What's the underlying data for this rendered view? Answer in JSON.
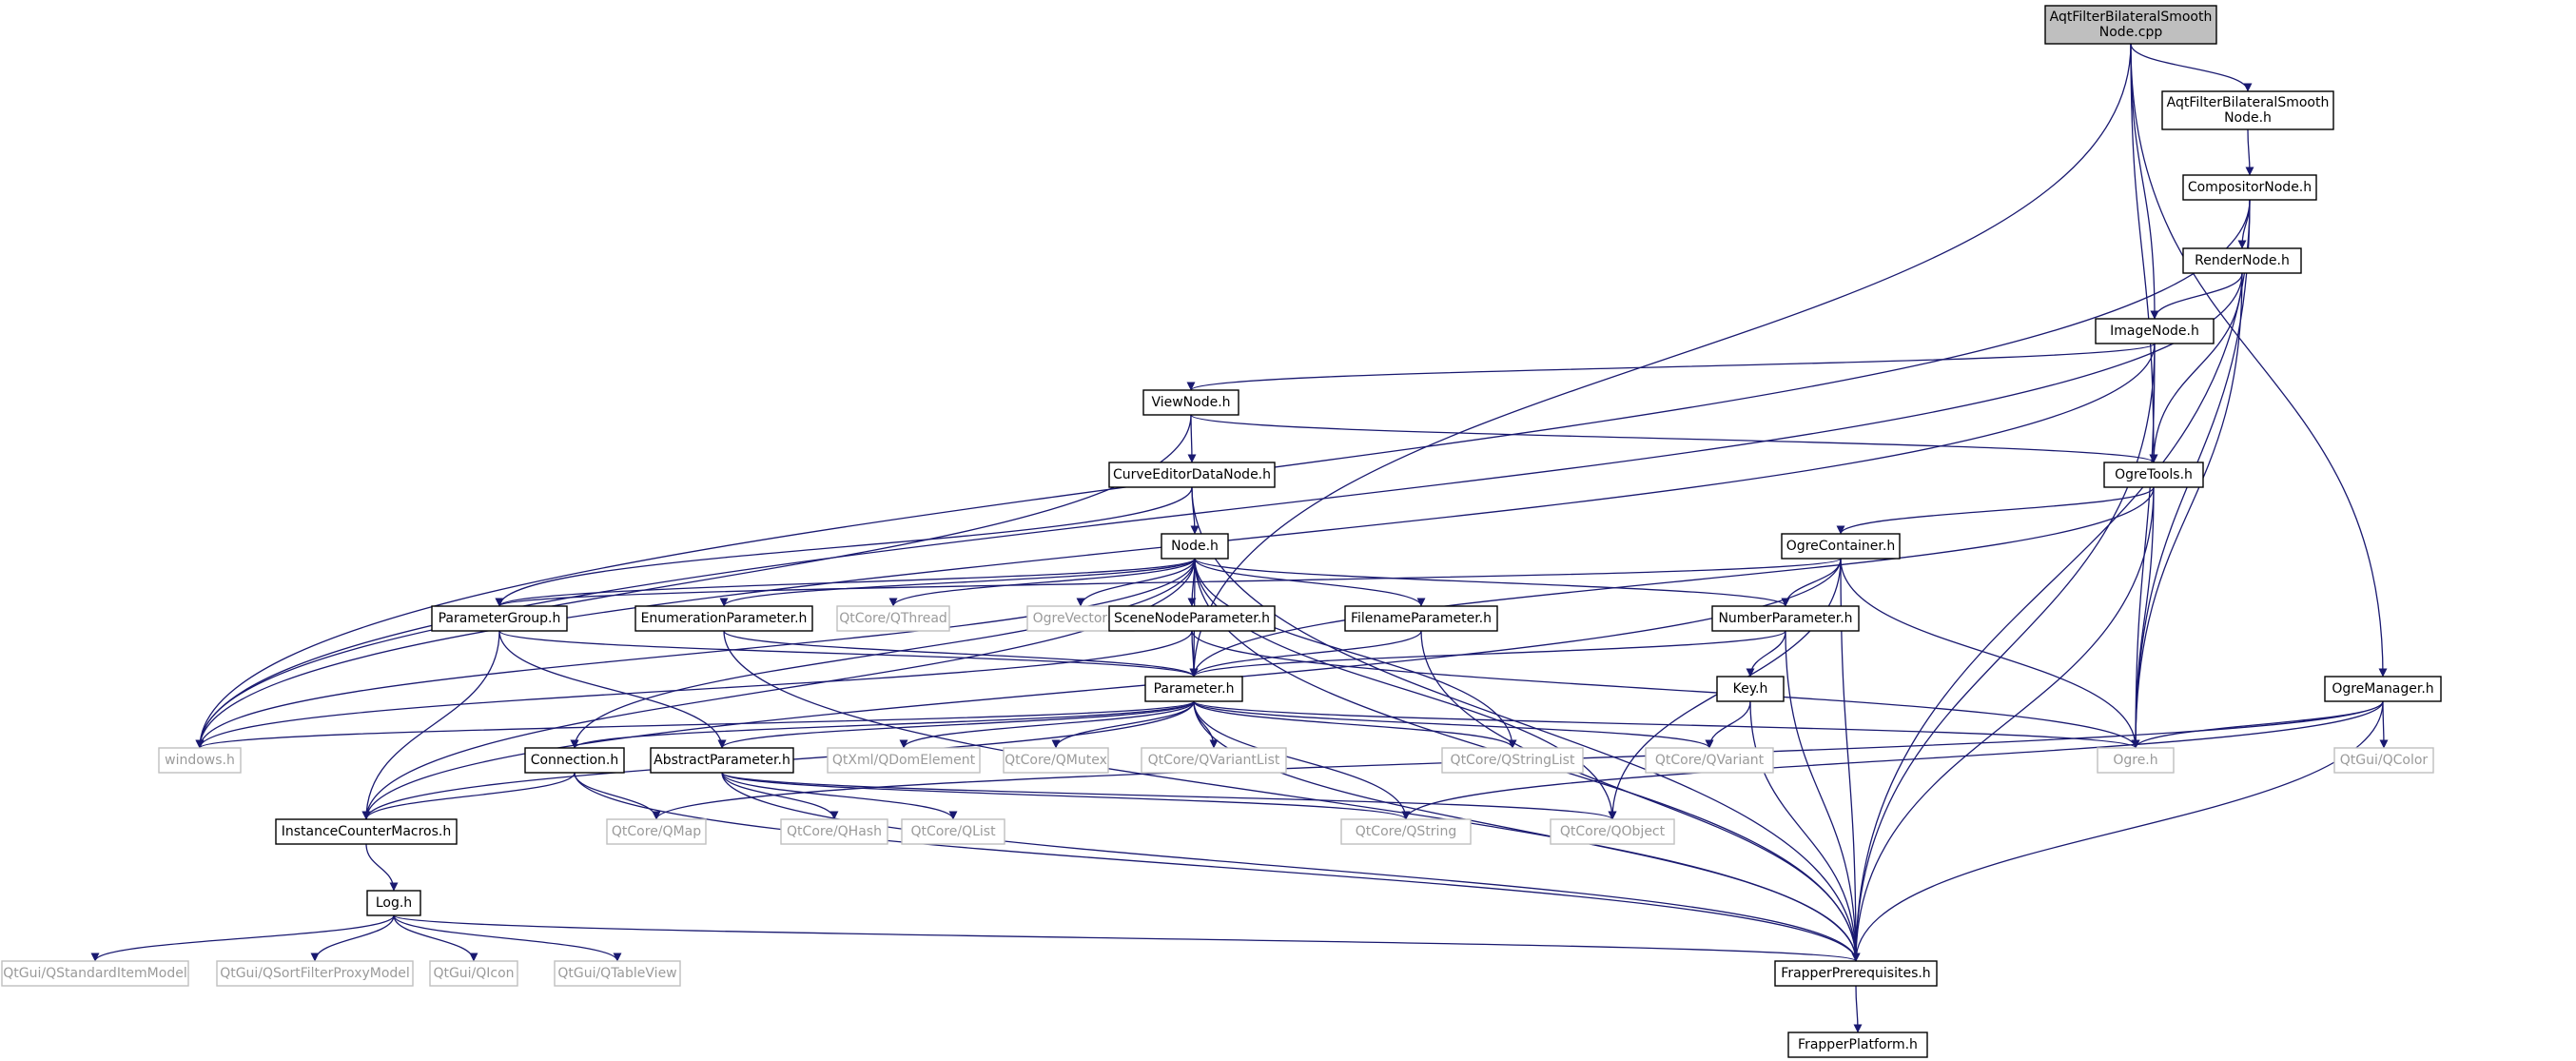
{
  "graph": {
    "nodes": [
      {
        "id": "root",
        "lines": [
          "AqtFilterBilateralSmooth",
          "Node.cpp"
        ],
        "kind": "root"
      },
      {
        "id": "aqth",
        "lines": [
          "AqtFilterBilateralSmooth",
          "Node.h"
        ],
        "kind": "doc"
      },
      {
        "id": "compositor",
        "lines": [
          "CompositorNode.h"
        ],
        "kind": "doc"
      },
      {
        "id": "render",
        "lines": [
          "RenderNode.h"
        ],
        "kind": "doc"
      },
      {
        "id": "image",
        "lines": [
          "ImageNode.h"
        ],
        "kind": "doc"
      },
      {
        "id": "view",
        "lines": [
          "ViewNode.h"
        ],
        "kind": "doc"
      },
      {
        "id": "ogretools",
        "lines": [
          "OgreTools.h"
        ],
        "kind": "doc"
      },
      {
        "id": "curve",
        "lines": [
          "CurveEditorDataNode.h"
        ],
        "kind": "doc"
      },
      {
        "id": "node",
        "lines": [
          "Node.h"
        ],
        "kind": "doc"
      },
      {
        "id": "ogrecontainer",
        "lines": [
          "OgreContainer.h"
        ],
        "kind": "doc"
      },
      {
        "id": "paramgroup",
        "lines": [
          "ParameterGroup.h"
        ],
        "kind": "doc"
      },
      {
        "id": "enumparam",
        "lines": [
          "EnumerationParameter.h"
        ],
        "kind": "doc"
      },
      {
        "id": "qthread",
        "lines": [
          "QtCore/QThread"
        ],
        "kind": "ext"
      },
      {
        "id": "ogrevector3",
        "lines": [
          "OgreVector3.h"
        ],
        "kind": "ext"
      },
      {
        "id": "scenenode",
        "lines": [
          "SceneNodeParameter.h"
        ],
        "kind": "doc"
      },
      {
        "id": "filename",
        "lines": [
          "FilenameParameter.h"
        ],
        "kind": "doc"
      },
      {
        "id": "numberparam",
        "lines": [
          "NumberParameter.h"
        ],
        "kind": "doc"
      },
      {
        "id": "ogremanager",
        "lines": [
          "OgreManager.h"
        ],
        "kind": "doc"
      },
      {
        "id": "parameter",
        "lines": [
          "Parameter.h"
        ],
        "kind": "doc"
      },
      {
        "id": "key",
        "lines": [
          "Key.h"
        ],
        "kind": "doc"
      },
      {
        "id": "windows",
        "lines": [
          "windows.h"
        ],
        "kind": "ext"
      },
      {
        "id": "connection",
        "lines": [
          "Connection.h"
        ],
        "kind": "doc"
      },
      {
        "id": "abstractparam",
        "lines": [
          "AbstractParameter.h"
        ],
        "kind": "doc"
      },
      {
        "id": "qdom",
        "lines": [
          "QtXml/QDomElement"
        ],
        "kind": "ext"
      },
      {
        "id": "qmutex",
        "lines": [
          "QtCore/QMutex"
        ],
        "kind": "ext"
      },
      {
        "id": "qvariantlist",
        "lines": [
          "QtCore/QVariantList"
        ],
        "kind": "ext"
      },
      {
        "id": "qstringlist",
        "lines": [
          "QtCore/QStringList"
        ],
        "kind": "ext"
      },
      {
        "id": "qvariant",
        "lines": [
          "QtCore/QVariant"
        ],
        "kind": "ext"
      },
      {
        "id": "ogreh",
        "lines": [
          "Ogre.h"
        ],
        "kind": "ext"
      },
      {
        "id": "qcolor",
        "lines": [
          "QtGui/QColor"
        ],
        "kind": "ext"
      },
      {
        "id": "icm",
        "lines": [
          "InstanceCounterMacros.h"
        ],
        "kind": "doc"
      },
      {
        "id": "qmap",
        "lines": [
          "QtCore/QMap"
        ],
        "kind": "ext"
      },
      {
        "id": "qhash",
        "lines": [
          "QtCore/QHash"
        ],
        "kind": "ext"
      },
      {
        "id": "qlist",
        "lines": [
          "QtCore/QList"
        ],
        "kind": "ext"
      },
      {
        "id": "qstring",
        "lines": [
          "QtCore/QString"
        ],
        "kind": "ext"
      },
      {
        "id": "qobject",
        "lines": [
          "QtCore/QObject"
        ],
        "kind": "ext"
      },
      {
        "id": "log",
        "lines": [
          "Log.h"
        ],
        "kind": "doc"
      },
      {
        "id": "qsim",
        "lines": [
          "QtGui/QStandardItemModel"
        ],
        "kind": "ext"
      },
      {
        "id": "qsfpm",
        "lines": [
          "QtGui/QSortFilterProxyModel"
        ],
        "kind": "ext"
      },
      {
        "id": "qicon",
        "lines": [
          "QtGui/QIcon"
        ],
        "kind": "ext"
      },
      {
        "id": "qtableview",
        "lines": [
          "QtGui/QTableView"
        ],
        "kind": "ext"
      },
      {
        "id": "frapperprereq",
        "lines": [
          "FrapperPrerequisites.h"
        ],
        "kind": "doc"
      },
      {
        "id": "frapperplatform",
        "lines": [
          "FrapperPlatform.h"
        ],
        "kind": "doc"
      }
    ],
    "edges": [
      [
        "root",
        "aqth"
      ],
      [
        "root",
        "image"
      ],
      [
        "root",
        "ogretools"
      ],
      [
        "root",
        "ogremanager"
      ],
      [
        "root",
        "parameter"
      ],
      [
        "aqth",
        "compositor"
      ],
      [
        "compositor",
        "render"
      ],
      [
        "compositor",
        "windows"
      ],
      [
        "compositor",
        "ogreh"
      ],
      [
        "compositor",
        "frapperprereq"
      ],
      [
        "render",
        "image"
      ],
      [
        "render",
        "ogretools"
      ],
      [
        "render",
        "windows"
      ],
      [
        "render",
        "ogreh"
      ],
      [
        "image",
        "view"
      ],
      [
        "image",
        "windows"
      ],
      [
        "image",
        "ogreh"
      ],
      [
        "image",
        "frapperprereq"
      ],
      [
        "view",
        "curve"
      ],
      [
        "view",
        "ogretools"
      ],
      [
        "view",
        "windows"
      ],
      [
        "curve",
        "node"
      ],
      [
        "curve",
        "paramgroup"
      ],
      [
        "curve",
        "frapperprereq"
      ],
      [
        "ogretools",
        "ogrecontainer"
      ],
      [
        "ogretools",
        "parameter"
      ],
      [
        "ogretools",
        "ogreh"
      ],
      [
        "ogretools",
        "frapperprereq"
      ],
      [
        "node",
        "paramgroup"
      ],
      [
        "node",
        "enumparam"
      ],
      [
        "node",
        "qthread"
      ],
      [
        "node",
        "ogrevector3"
      ],
      [
        "node",
        "scenenode"
      ],
      [
        "node",
        "filename"
      ],
      [
        "node",
        "numberparam"
      ],
      [
        "node",
        "parameter"
      ],
      [
        "node",
        "connection"
      ],
      [
        "node",
        "windows"
      ],
      [
        "node",
        "icm"
      ],
      [
        "node",
        "qstringlist"
      ],
      [
        "node",
        "qobject"
      ],
      [
        "node",
        "frapperprereq"
      ],
      [
        "ogrecontainer",
        "paramgroup"
      ],
      [
        "ogrecontainer",
        "numberparam"
      ],
      [
        "ogrecontainer",
        "ogreh"
      ],
      [
        "ogrecontainer",
        "qobject"
      ],
      [
        "ogrecontainer",
        "frapperprereq"
      ],
      [
        "ogrecontainer",
        "icm"
      ],
      [
        "paramgroup",
        "parameter"
      ],
      [
        "paramgroup",
        "abstractparam"
      ],
      [
        "paramgroup",
        "icm"
      ],
      [
        "enumparam",
        "parameter"
      ],
      [
        "enumparam",
        "frapperprereq"
      ],
      [
        "scenenode",
        "parameter"
      ],
      [
        "scenenode",
        "ogreh"
      ],
      [
        "scenenode",
        "windows"
      ],
      [
        "filename",
        "parameter"
      ],
      [
        "filename",
        "frapperprereq"
      ],
      [
        "numberparam",
        "parameter"
      ],
      [
        "numberparam",
        "key"
      ],
      [
        "numberparam",
        "frapperprereq"
      ],
      [
        "key",
        "qvariant"
      ],
      [
        "key",
        "frapperprereq"
      ],
      [
        "ogremanager",
        "ogreh"
      ],
      [
        "ogremanager",
        "qcolor"
      ],
      [
        "ogremanager",
        "qmap"
      ],
      [
        "ogremanager",
        "qstring"
      ],
      [
        "ogremanager",
        "frapperprereq"
      ],
      [
        "parameter",
        "windows"
      ],
      [
        "parameter",
        "connection"
      ],
      [
        "parameter",
        "abstractparam"
      ],
      [
        "parameter",
        "qdom"
      ],
      [
        "parameter",
        "qmutex"
      ],
      [
        "parameter",
        "qvariantlist"
      ],
      [
        "parameter",
        "qstringlist"
      ],
      [
        "parameter",
        "qvariant"
      ],
      [
        "parameter",
        "ogreh"
      ],
      [
        "parameter",
        "qstring"
      ],
      [
        "parameter",
        "icm"
      ],
      [
        "parameter",
        "frapperprereq"
      ],
      [
        "connection",
        "icm"
      ],
      [
        "connection",
        "qmap"
      ],
      [
        "connection",
        "frapperprereq"
      ],
      [
        "abstractparam",
        "qhash"
      ],
      [
        "abstractparam",
        "qlist"
      ],
      [
        "abstractparam",
        "qstring"
      ],
      [
        "abstractparam",
        "qobject"
      ],
      [
        "abstractparam",
        "frapperprereq"
      ],
      [
        "icm",
        "log"
      ],
      [
        "log",
        "qsim"
      ],
      [
        "log",
        "qsfpm"
      ],
      [
        "log",
        "qicon"
      ],
      [
        "log",
        "qtableview"
      ],
      [
        "log",
        "frapperprereq"
      ],
      [
        "frapperprereq",
        "frapperplatform"
      ]
    ]
  }
}
